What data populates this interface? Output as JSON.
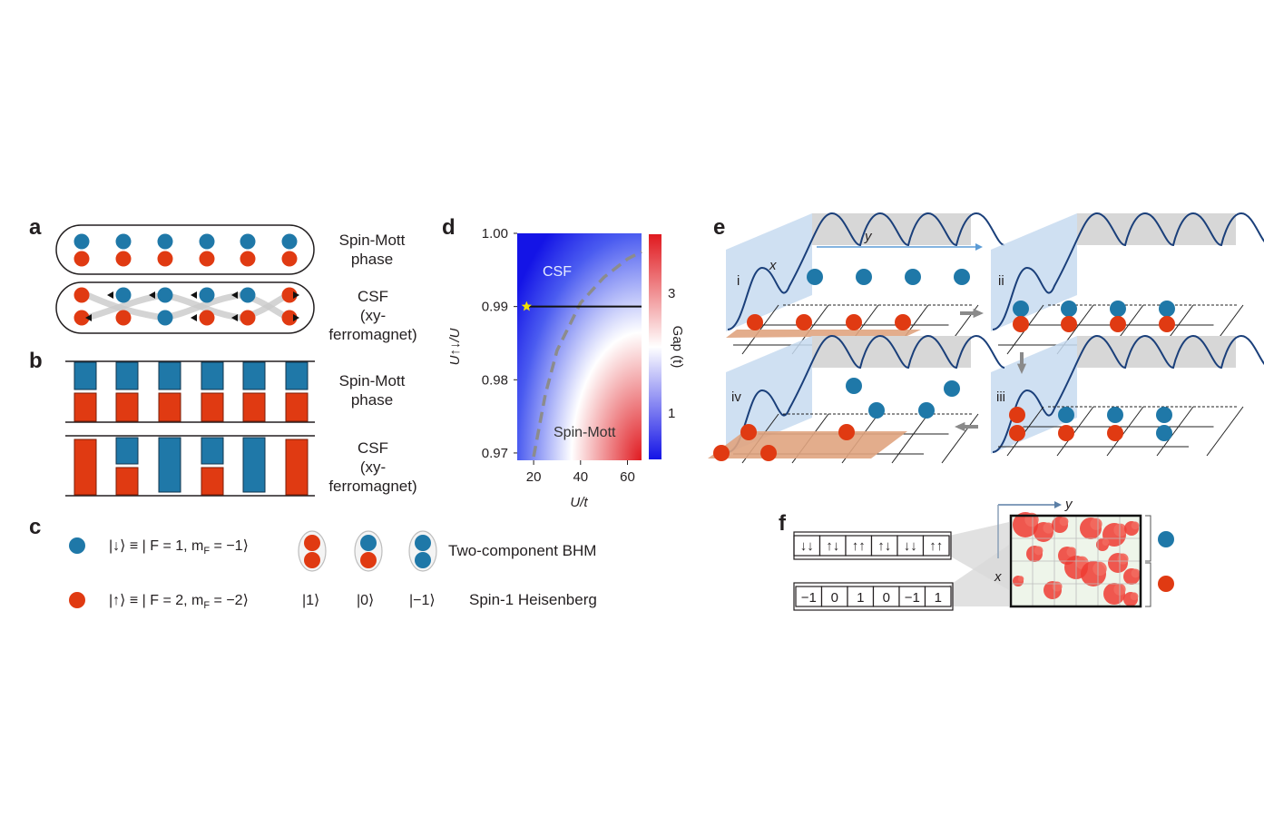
{
  "panels": {
    "a": {
      "letter": "a",
      "row1_label_l1": "Spin-Mott",
      "row1_label_l2": "phase",
      "row2_label_l1": "CSF",
      "row2_label_l2": "(xy-",
      "row2_label_l3": "ferromagnet)"
    },
    "b": {
      "letter": "b",
      "row1_label_l1": "Spin-Mott",
      "row1_label_l2": "phase",
      "row2_label_l1": "CSF",
      "row2_label_l2": "(xy-",
      "row2_label_l3": "ferromagnet)"
    },
    "c": {
      "letter": "c",
      "down_state": "|↓⟩ ≡ | F = 1, m",
      "down_sub": "F",
      "down_tail": " = −1⟩",
      "up_state": "|↑⟩ ≡ | F = 2, m",
      "up_sub": "F",
      "up_tail": " = −2⟩",
      "ket_1": "|1⟩",
      "ket_0": "|0⟩",
      "ket_m1": "|−1⟩",
      "model_top": "Two-component BHM",
      "model_bottom": "Spin-1 Heisenberg"
    },
    "d": {
      "letter": "d",
      "region_csf": "CSF",
      "region_mott": "Spin-Mott",
      "colorbar_label": "Gap (t)",
      "colorbar_ticks": [
        "3",
        "1"
      ]
    },
    "e": {
      "letter": "e",
      "axis_x": "x",
      "axis_y": "y",
      "step_labels": [
        "i",
        "ii",
        "iii",
        "iv"
      ]
    },
    "f": {
      "letter": "f",
      "axis_y": "y",
      "axis_x": "x",
      "pair_cells": [
        "↓↓",
        "↑↓",
        "↑↑",
        "↑↓",
        "↓↓",
        "↑↑"
      ],
      "spin_cells": [
        "−1",
        "0",
        "1",
        "0",
        "−1",
        "1"
      ]
    }
  },
  "chart_data": {
    "type": "heatmap",
    "xlabel": "U/t",
    "ylabel": "U↑↓/U",
    "x_ticks": [
      20,
      40,
      60
    ],
    "y_ticks": [
      "1.00",
      "0.99",
      "0.98",
      "0.97"
    ],
    "xlim": [
      13,
      66
    ],
    "ylim": [
      0.969,
      1.0
    ],
    "colorbar": {
      "label": "Gap (t)",
      "ticks": [
        3,
        1
      ],
      "colors": [
        "#e0191f",
        "#ffffff",
        "#1414e6"
      ]
    },
    "star": {
      "x": 17,
      "y": 0.99,
      "color": "#f2e000"
    },
    "cut_line": {
      "y": 0.99,
      "x_from": 17,
      "x_to": 66
    },
    "boundary": [
      [
        20,
        0.9695
      ],
      [
        25,
        0.978
      ],
      [
        30,
        0.984
      ],
      [
        40,
        0.9905
      ],
      [
        50,
        0.994
      ],
      [
        60,
        0.9965
      ],
      [
        66,
        0.9975
      ]
    ]
  },
  "colors": {
    "blue": "#1f78a8",
    "red": "#e03a12",
    "dark_blue": "#1a3f7a"
  }
}
